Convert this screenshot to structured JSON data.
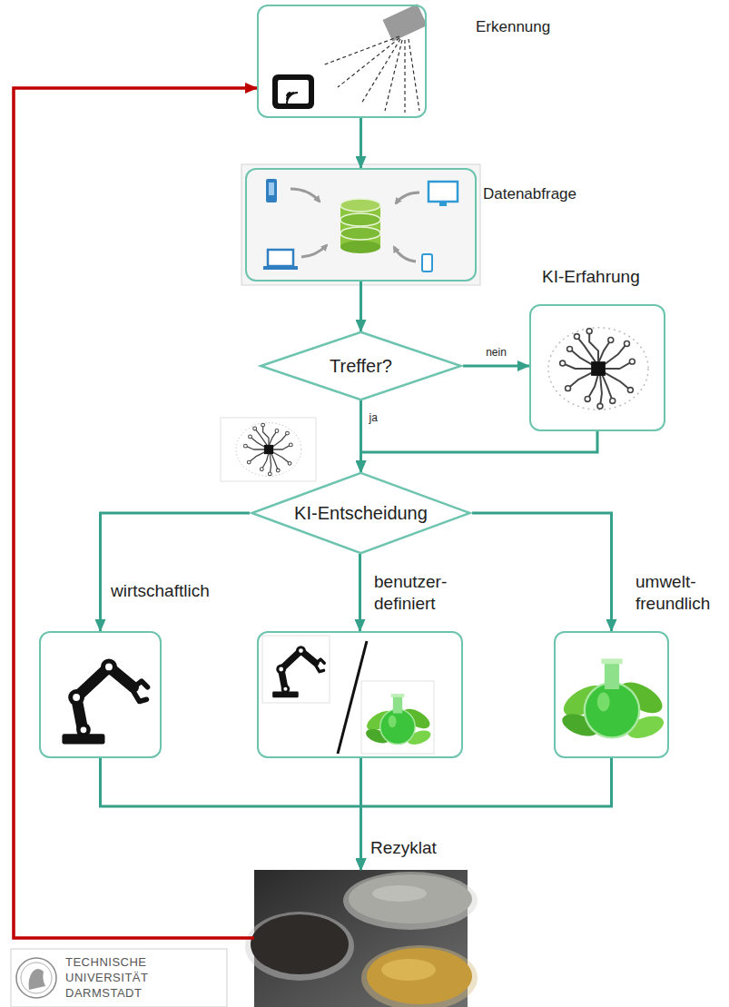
{
  "diagram": {
    "nodes": [
      {
        "text": [
          "Erkennung"
        ]
      },
      {
        "text": [
          "Datenabfrage"
        ]
      },
      {
        "text": [
          "Treffer?"
        ]
      },
      {
        "text": [
          "KI-Erfahrung"
        ]
      },
      {
        "text": [
          "KI-Entscheidung"
        ]
      },
      {
        "text": [
          "wirtschaftlich"
        ]
      },
      {
        "text": [
          "benutzer- definiert"
        ]
      },
      {
        "text": [
          "umwelt- freundlich"
        ]
      },
      {
        "text": [
          "Rezyklat"
        ]
      }
    ],
    "edges": [
      {
        "from": 0,
        "to": 1,
        "arrow": "to"
      },
      {
        "from": 1,
        "to": 2,
        "arrow": "to"
      },
      {
        "from": 2,
        "to": 3,
        "label": "nein",
        "arrow": "to"
      },
      {
        "from": 2,
        "to": 4,
        "label": "ja",
        "arrow": "to"
      },
      {
        "from": 3,
        "to": 4,
        "arrow": "to"
      },
      {
        "from": 4,
        "to": 5,
        "arrow": "to"
      },
      {
        "from": 4,
        "to": 6,
        "arrow": "to"
      },
      {
        "from": 4,
        "to": 7,
        "arrow": "to"
      },
      {
        "from": 5,
        "to": 8,
        "arrow": "to"
      },
      {
        "from": 6,
        "to": 8,
        "arrow": "to"
      },
      {
        "from": 7,
        "to": 8,
        "arrow": "to"
      },
      {
        "from": 8,
        "to": 0,
        "arrow": "to"
      }
    ],
    "labels": [
      "TECHNISCHE UNIVERSITÄT DARMSTADT"
    ]
  }
}
